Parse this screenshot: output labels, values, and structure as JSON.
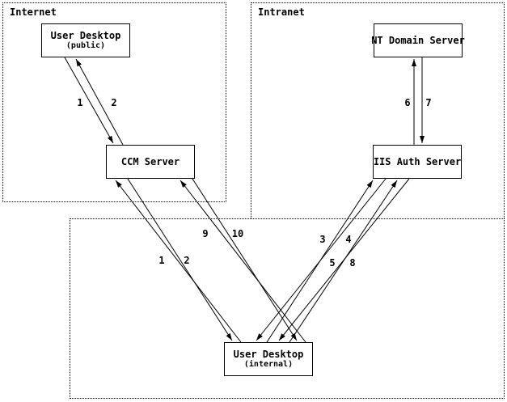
{
  "diagram": {
    "zones": [
      {
        "label": "Internet"
      },
      {
        "label": "Intranet"
      },
      {
        "label": ""
      }
    ],
    "nodes": [
      {
        "title": "User Desktop",
        "subtitle": "(public)",
        "zone": "Internet"
      },
      {
        "title": "NT Domain Server",
        "subtitle": "",
        "zone": "Intranet"
      },
      {
        "title": "CCM Server",
        "subtitle": "",
        "zone": "Internet"
      },
      {
        "title": "IIS Auth Server",
        "subtitle": "",
        "zone": "Intranet"
      },
      {
        "title": "User Desktop",
        "subtitle": "(internal)",
        "zone": ""
      }
    ],
    "edges": [
      {
        "label": "1",
        "from": "user-desktop-public",
        "to": "ccm-server"
      },
      {
        "label": "2",
        "from": "ccm-server",
        "to": "user-desktop-public"
      },
      {
        "label": "1",
        "from": "user-desktop-internal",
        "to": "ccm-server"
      },
      {
        "label": "2",
        "from": "ccm-server",
        "to": "user-desktop-internal"
      },
      {
        "label": "3",
        "from": "user-desktop-internal",
        "to": "iis-auth-server"
      },
      {
        "label": "4",
        "from": "iis-auth-server",
        "to": "user-desktop-internal"
      },
      {
        "label": "5",
        "from": "user-desktop-internal",
        "to": "iis-auth-server"
      },
      {
        "label": "6",
        "from": "iis-auth-server",
        "to": "nt-domain-server"
      },
      {
        "label": "7",
        "from": "nt-domain-server",
        "to": "iis-auth-server"
      },
      {
        "label": "8",
        "from": "iis-auth-server",
        "to": "user-desktop-internal"
      },
      {
        "label": "9",
        "from": "user-desktop-internal",
        "to": "ccm-server"
      },
      {
        "label": "10",
        "from": "ccm-server",
        "to": "user-desktop-internal"
      }
    ]
  },
  "colors": {
    "line": "#000000",
    "background": "#ffffff"
  }
}
